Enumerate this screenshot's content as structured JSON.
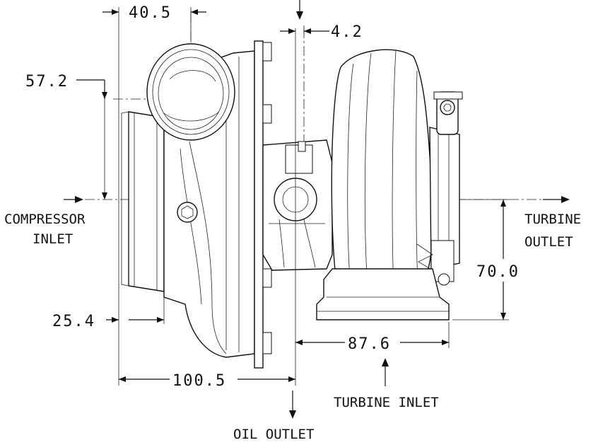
{
  "dimensions": {
    "d_40_5": "40.5",
    "d_4_2": "4.2",
    "d_57_2": "57.2",
    "d_25_4": "25.4",
    "d_100_5": "100.5",
    "d_87_6": "87.6",
    "d_70_0": "70.0"
  },
  "labels": {
    "compressor_inlet_l1": "COMPRESSOR",
    "compressor_inlet_l2": "INLET",
    "turbine_outlet_l1": "TURBINE",
    "turbine_outlet_l2": "OUTLET",
    "turbine_inlet": "TURBINE INLET",
    "oil_outlet": "OIL OUTLET"
  },
  "colors": {
    "line": "#111111",
    "background": "#ffffff"
  }
}
